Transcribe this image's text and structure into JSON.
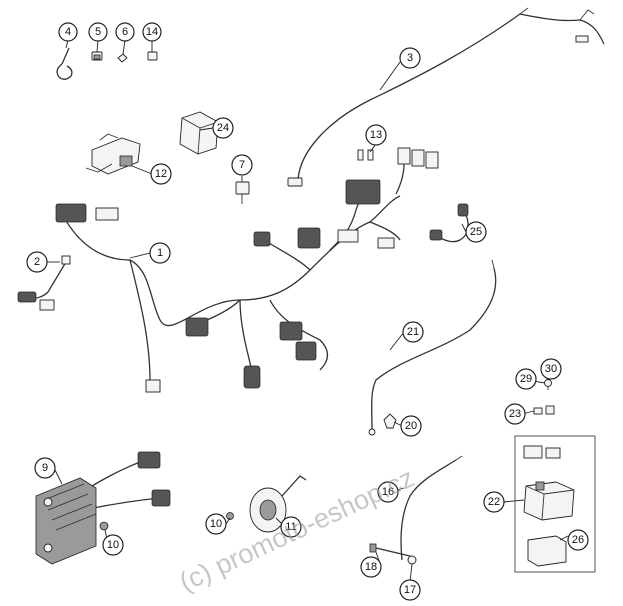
{
  "diagram": {
    "callouts": [
      {
        "label": "4"
      },
      {
        "label": "5"
      },
      {
        "label": "6"
      },
      {
        "label": "14"
      },
      {
        "label": "3"
      },
      {
        "label": "24"
      },
      {
        "label": "13"
      },
      {
        "label": "12"
      },
      {
        "label": "7"
      },
      {
        "label": "1"
      },
      {
        "label": "2"
      },
      {
        "label": "25"
      },
      {
        "label": "21"
      },
      {
        "label": "30"
      },
      {
        "label": "29"
      },
      {
        "label": "23"
      },
      {
        "label": "20"
      },
      {
        "label": "9"
      },
      {
        "label": "16"
      },
      {
        "label": "22"
      },
      {
        "label": "10"
      },
      {
        "label": "11"
      },
      {
        "label": "26"
      },
      {
        "label": "10"
      },
      {
        "label": "18"
      },
      {
        "label": "17"
      }
    ],
    "watermark": "(c) promoto-eshop.cz"
  }
}
